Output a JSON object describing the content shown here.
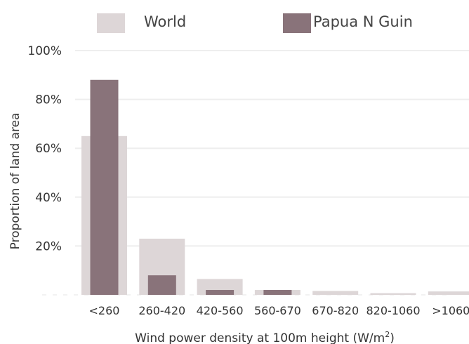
{
  "chart_data": {
    "type": "bar",
    "title": "",
    "xlabel": "Wind power density at 100m height (W/m",
    "xlabel_superscript": "2",
    "xlabel_suffix": ")",
    "ylabel": "Proportion of land area",
    "ylim": [
      0,
      100
    ],
    "yticks": [
      0,
      20,
      40,
      60,
      80,
      100
    ],
    "ytick_labels": [
      "",
      "20%",
      "40%",
      "60%",
      "80%",
      "100%"
    ],
    "grid": true,
    "legend_position": "top",
    "categories": [
      "<260",
      "260-420",
      "420-560",
      "560-670",
      "670-820",
      "820-1060",
      ">1060"
    ],
    "series": [
      {
        "name": "World",
        "color": "#ddd6d7",
        "values": [
          65,
          23,
          6.5,
          2,
          1.6,
          0.7,
          1.4
        ]
      },
      {
        "name": "Papua N Guin",
        "color": "#89737a",
        "values": [
          88,
          8,
          2,
          2,
          0,
          0,
          0
        ]
      }
    ]
  }
}
